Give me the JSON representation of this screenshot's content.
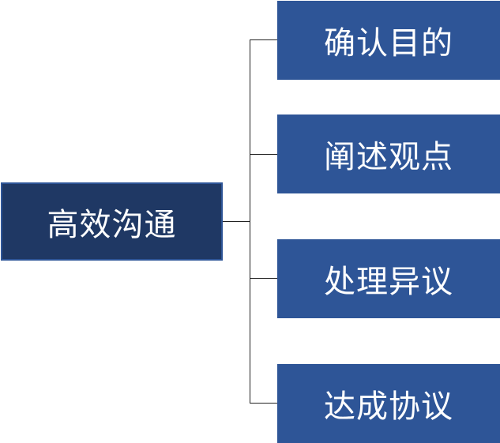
{
  "colors": {
    "root_fill": "#1f3864",
    "child_fill": "#2e5597",
    "text": "#ffffff",
    "connector": "#222222"
  },
  "root": {
    "label": "高效沟通"
  },
  "children": [
    {
      "label": "确认目的"
    },
    {
      "label": "阐述观点"
    },
    {
      "label": "处理异议"
    },
    {
      "label": "达成协议"
    }
  ]
}
